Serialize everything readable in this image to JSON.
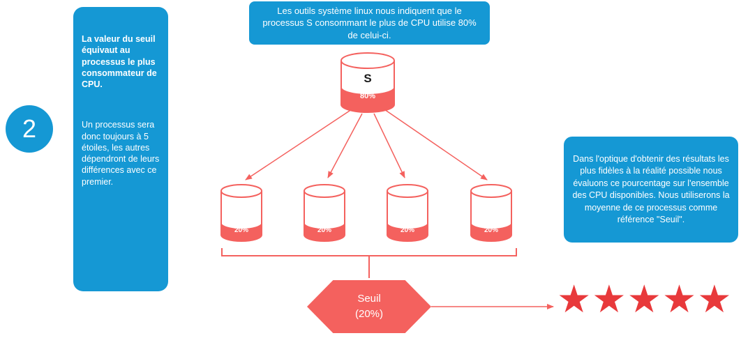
{
  "colors": {
    "blue": "#1598d4",
    "coral": "#f4615e",
    "star": "#e8393b"
  },
  "step_badge": {
    "number": "2"
  },
  "left_panel": {
    "heading": "La valeur du seuil équivaut au processus le plus consommateur de CPU.",
    "body": "Un processus sera donc toujours à 5 étoiles, les autres dépendront de leurs différences avec ce premier."
  },
  "top_callout": {
    "text": "Les outils système linux nous indiquent que le processus S consommant le plus de CPU utilise 80% de celui-ci."
  },
  "right_callout": {
    "text": "Dans l'optique d'obtenir des résultats les plus fidèles à la réalité possible nous évaluons ce pourcentage sur l'ensemble des CPU disponibles. Nous utiliserons la moyenne de ce processus comme référence \"Seuil\"."
  },
  "main_cylinder": {
    "label": "S",
    "usage": "80%"
  },
  "child_cylinders": [
    {
      "usage": "20%"
    },
    {
      "usage": "20%"
    },
    {
      "usage": "20%"
    },
    {
      "usage": "20%"
    }
  ],
  "hexagon": {
    "title": "Seuil",
    "value": "(20%)"
  },
  "stars": {
    "count": 5,
    "display": "★★★★★"
  }
}
